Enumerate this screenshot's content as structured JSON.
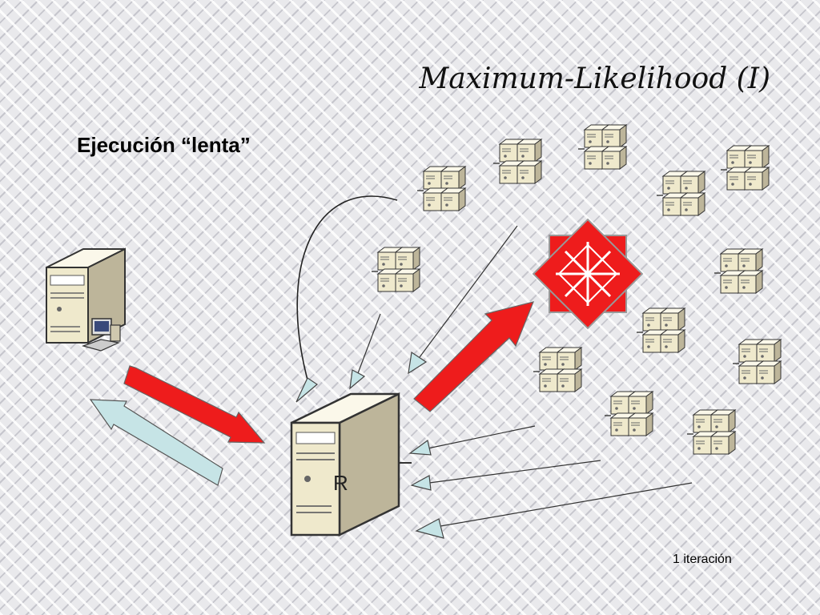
{
  "slide": {
    "title": "Maximum-Likelihood (I)",
    "subtitle": "Ejecución “lenta”",
    "iteration_label": "1 iteración",
    "server_label": "R"
  },
  "icons": {
    "client": "client-workstation-icon",
    "server": "r-server-icon",
    "cluster_node": "cluster-server-icon",
    "job": "job-star-icon"
  },
  "colors": {
    "request_arrow": "#ee1c1c",
    "response_arrow": "#c6e4e6",
    "thin_arrow": "#333333",
    "job_star": "#ee1c1c",
    "server_body": "#efe9cc"
  }
}
